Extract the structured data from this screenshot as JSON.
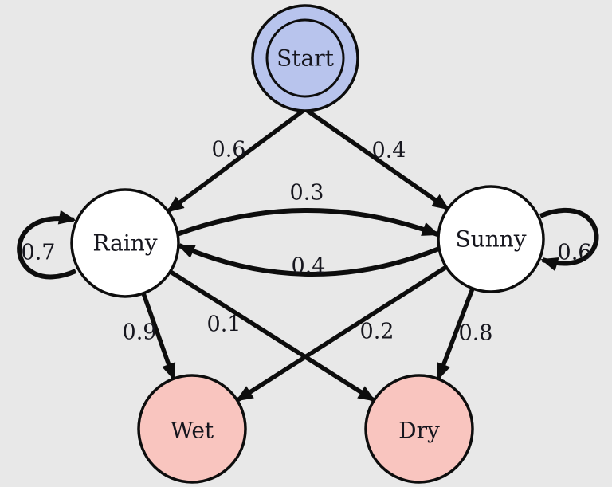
{
  "diagram": {
    "type": "markov-chain-state-diagram",
    "background": "#e8e8e8",
    "colors": {
      "start_fill": "#b8c4ed",
      "state_fill": "#ffffff",
      "emission_fill": "#f9c5bf",
      "stroke": "#0d0d0d",
      "text": "#16161e"
    },
    "nodes": [
      {
        "id": "start",
        "label": "Start",
        "fill": "#b8c4ed",
        "shape": "double-circle"
      },
      {
        "id": "rainy",
        "label": "Rainy",
        "fill": "#ffffff",
        "shape": "circle"
      },
      {
        "id": "sunny",
        "label": "Sunny",
        "fill": "#ffffff",
        "shape": "circle"
      },
      {
        "id": "wet",
        "label": "Wet",
        "fill": "#f9c5bf",
        "shape": "circle"
      },
      {
        "id": "dry",
        "label": "Dry",
        "fill": "#f9c5bf",
        "shape": "circle"
      }
    ],
    "edges": [
      {
        "from": "start",
        "to": "rainy",
        "label": "0.6"
      },
      {
        "from": "start",
        "to": "sunny",
        "label": "0.4"
      },
      {
        "from": "rainy",
        "to": "sunny",
        "label": "0.3"
      },
      {
        "from": "sunny",
        "to": "rainy",
        "label": "0.4"
      },
      {
        "from": "rainy",
        "to": "rainy",
        "label": "0.7"
      },
      {
        "from": "sunny",
        "to": "sunny",
        "label": "0.6"
      },
      {
        "from": "rainy",
        "to": "wet",
        "label": "0.9"
      },
      {
        "from": "rainy",
        "to": "dry",
        "label": "0.1"
      },
      {
        "from": "sunny",
        "to": "wet",
        "label": "0.2"
      },
      {
        "from": "sunny",
        "to": "dry",
        "label": "0.8"
      }
    ]
  }
}
